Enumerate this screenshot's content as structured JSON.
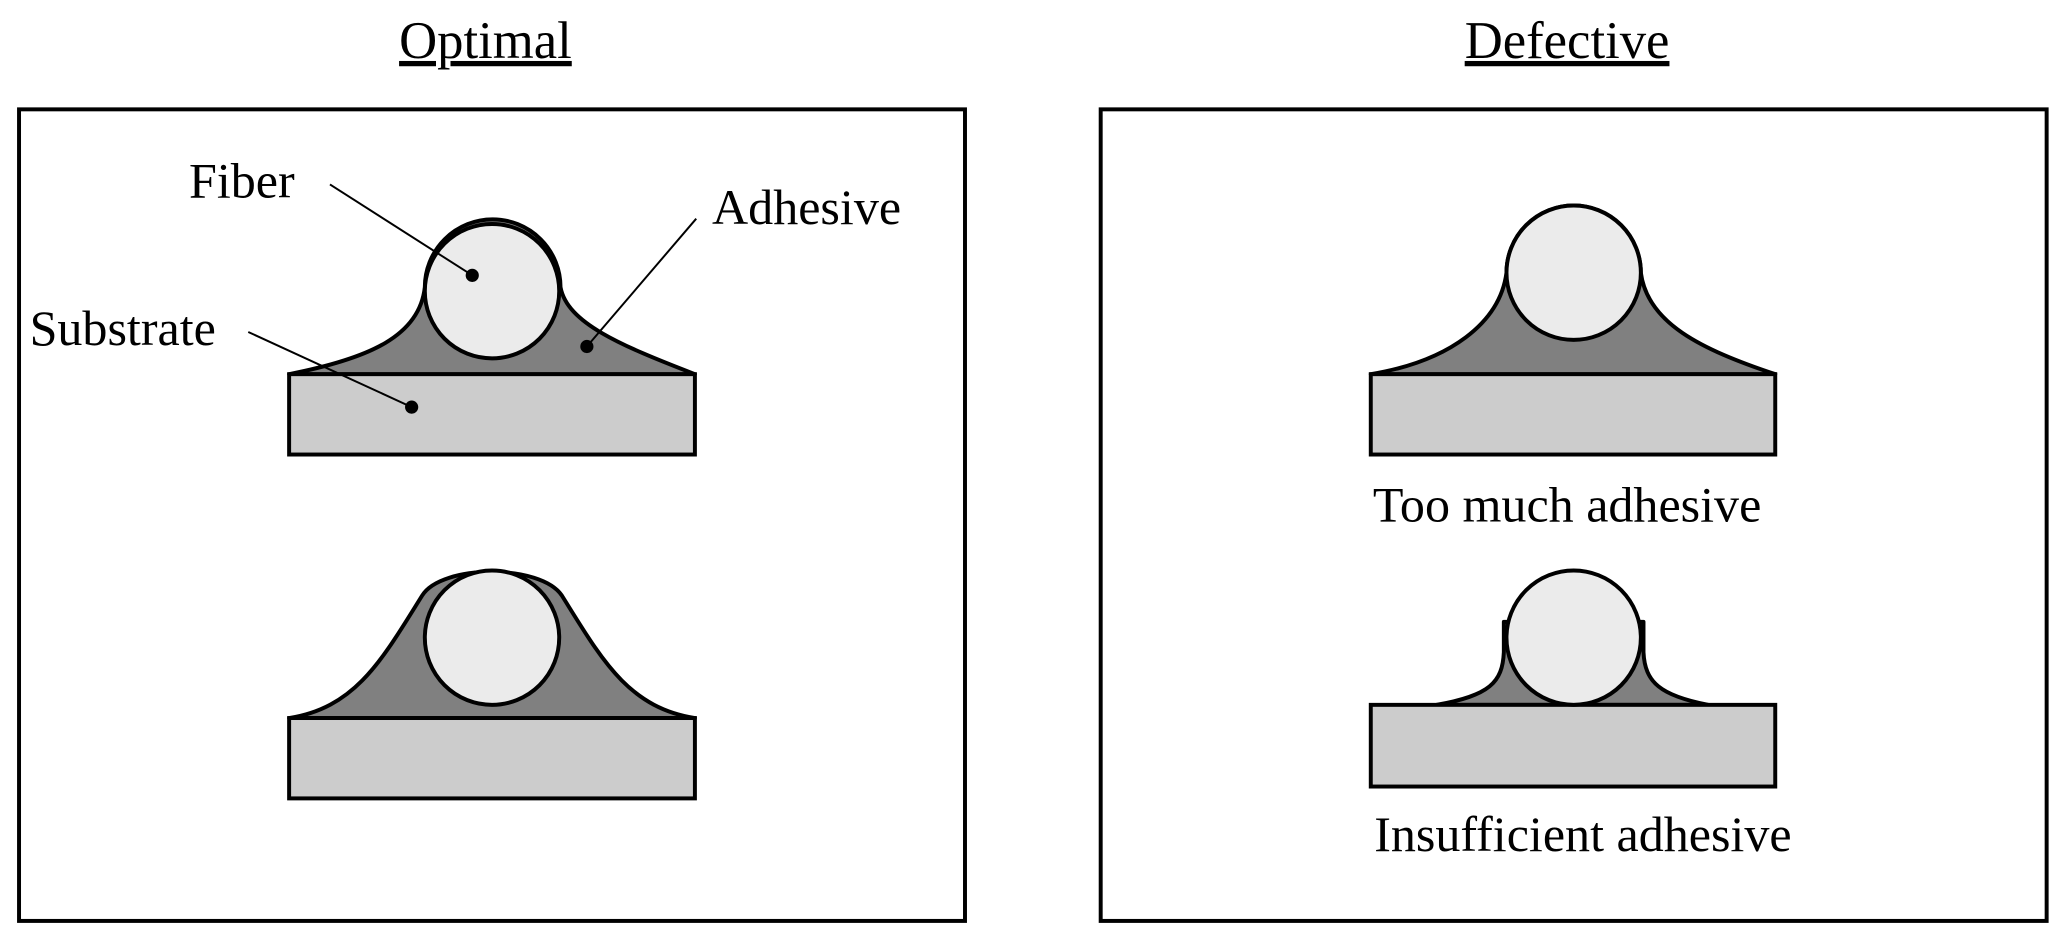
{
  "panels": {
    "optimal": {
      "title": "Optimal"
    },
    "defective": {
      "title": "Defective"
    }
  },
  "labels": {
    "fiber": "Fiber",
    "adhesive": "Adhesive",
    "substrate": "Substrate"
  },
  "captions": {
    "too_much": "Too much adhesive",
    "insufficient": "Insufficient adhesive"
  },
  "colors": {
    "substrate": "#cccccc",
    "adhesive": "#808080",
    "fiber": "#ebebeb"
  }
}
